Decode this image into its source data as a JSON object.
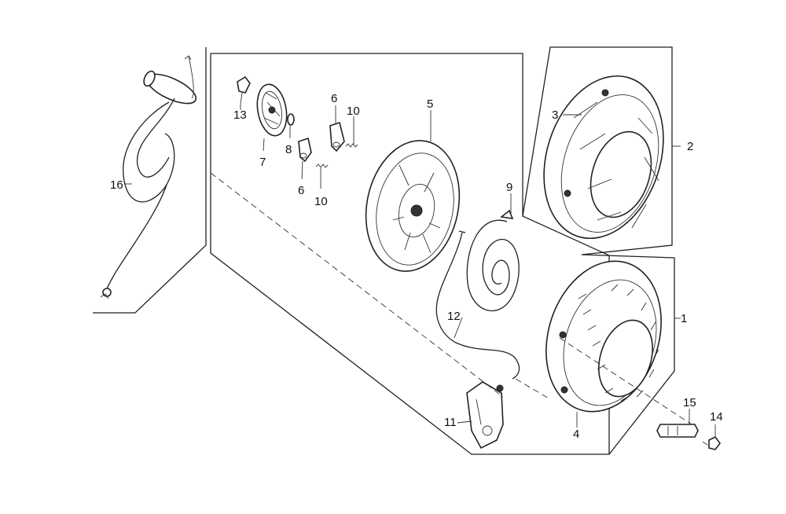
{
  "diagram": {
    "callouts": {
      "c1": "1",
      "c2": "2",
      "c3": "3",
      "c4": "4",
      "c5": "5",
      "c6a": "6",
      "c6b": "6",
      "c7": "7",
      "c8": "8",
      "c9": "9",
      "c10a": "10",
      "c10b": "10",
      "c11": "11",
      "c12": "12",
      "c13": "13",
      "c14": "14",
      "c15": "15",
      "c16": "16"
    }
  }
}
